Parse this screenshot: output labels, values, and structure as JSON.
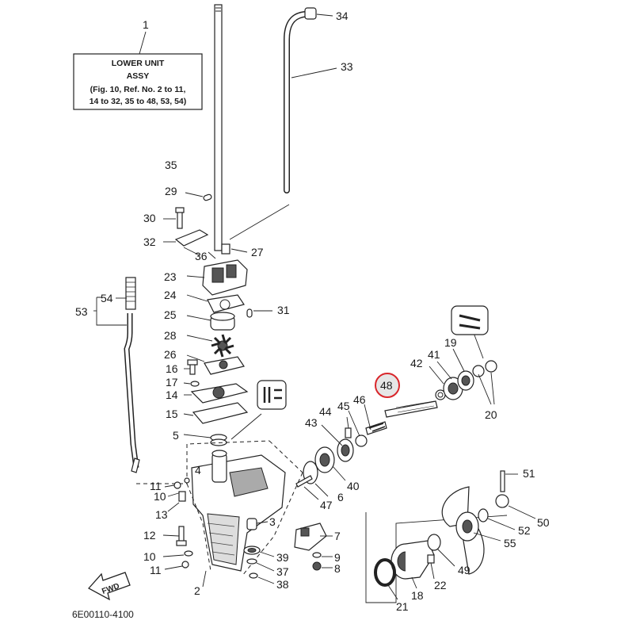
{
  "title_box": {
    "number": "1",
    "line1": "LOWER UNIT",
    "line2": "ASSY",
    "line3": "(Fig. 10, Ref. No. 2 to 11,",
    "line4": "14 to 32, 35 to 48, 53, 54)"
  },
  "diagram_code": "6E00110-4100",
  "fwd_label": "FWD",
  "highlight_color": "#d9262b",
  "highlighted_part": "48",
  "part_labels": {
    "p34": "34",
    "p33": "33",
    "p35": "35",
    "p29": "29",
    "p30": "30",
    "p32": "32",
    "p36": "36",
    "p27": "27",
    "p23": "23",
    "p24": "24",
    "p31": "31",
    "p25": "25",
    "p28": "28",
    "p26": "26",
    "p16": "16",
    "p17": "17",
    "p14": "14",
    "p15": "15",
    "p5": "5",
    "p4": "4",
    "p11a": "11",
    "p10a": "10",
    "p13": "13",
    "p12": "12",
    "p10b": "10",
    "p11b": "11",
    "p2": "2",
    "p3": "3",
    "p7": "7",
    "p39": "39",
    "p9": "9",
    "p37": "37",
    "p8": "8",
    "p38": "38",
    "p53": "53",
    "p54": "54",
    "p48": "48",
    "p42": "42",
    "p41": "41",
    "p19": "19",
    "p20": "20",
    "p46": "46",
    "p45": "45",
    "p44": "44",
    "p43": "43",
    "p40": "40",
    "p6": "6",
    "p47": "47",
    "p51": "51",
    "p50": "50",
    "p52": "52",
    "p55": "55",
    "p49": "49",
    "p22": "22",
    "p18": "18",
    "p21": "21"
  }
}
